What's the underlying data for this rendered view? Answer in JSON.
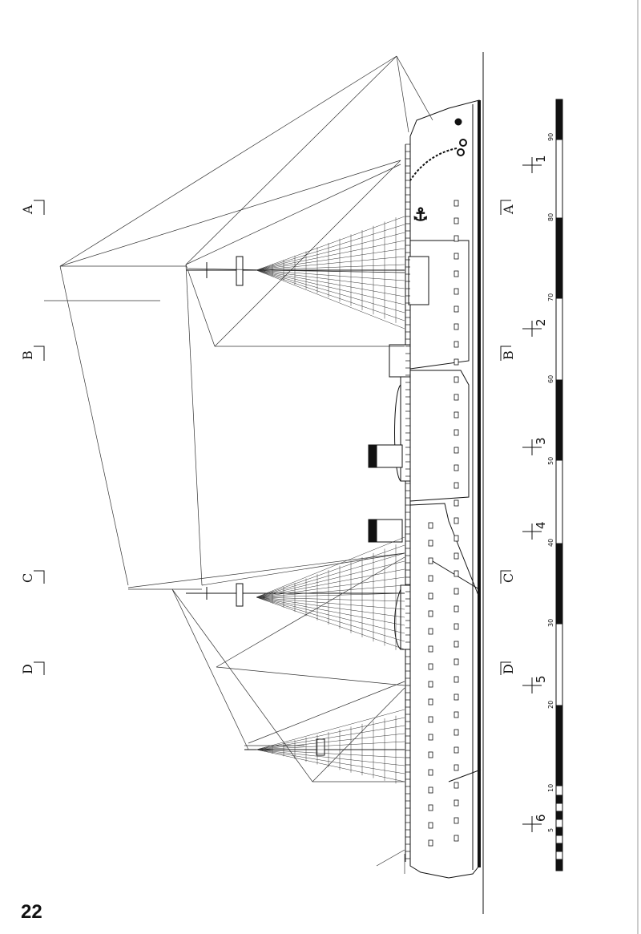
{
  "page": {
    "number": "22"
  },
  "sections": [
    {
      "id": "top-a",
      "label": "A"
    },
    {
      "id": "top-b",
      "label": "B"
    },
    {
      "id": "top-c",
      "label": "C"
    },
    {
      "id": "top-d",
      "label": "D"
    },
    {
      "id": "bot-a",
      "label": "A"
    },
    {
      "id": "bot-b",
      "label": "B"
    },
    {
      "id": "bot-c",
      "label": "C"
    },
    {
      "id": "bot-d",
      "label": "D"
    }
  ],
  "stations": [
    "1",
    "2",
    "3",
    "4",
    "5",
    "6"
  ],
  "scale": {
    "labels": [
      "90",
      "80",
      "70",
      "60",
      "50",
      "40",
      "30",
      "20",
      "10",
      "5"
    ]
  },
  "colors": {
    "ink": "#111111",
    "paper": "#ffffff"
  }
}
